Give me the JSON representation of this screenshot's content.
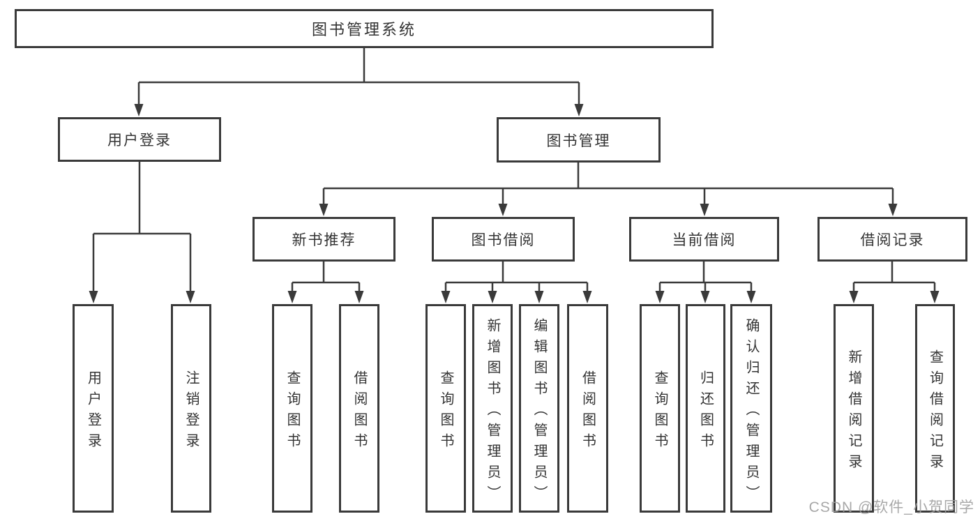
{
  "tree": {
    "label": "图书管理系统",
    "children": [
      {
        "label": "用户登录",
        "children": [
          {
            "label": "用户登录"
          },
          {
            "label": "注销登录"
          }
        ]
      },
      {
        "label": "图书管理",
        "children": [
          {
            "label": "新书推荐",
            "children": [
              {
                "label": "查询图书"
              },
              {
                "label": "借阅图书"
              }
            ]
          },
          {
            "label": "图书借阅",
            "children": [
              {
                "label": "查询图书"
              },
              {
                "label": "新增图书（管理员）"
              },
              {
                "label": "编辑图书（管理员）"
              },
              {
                "label": "借阅图书"
              }
            ]
          },
          {
            "label": "当前借阅",
            "children": [
              {
                "label": "查询图书"
              },
              {
                "label": "归还图书"
              },
              {
                "label": "确认归还（管理员）"
              }
            ]
          },
          {
            "label": "借阅记录",
            "children": [
              {
                "label": "新增借阅记录"
              },
              {
                "label": "查询借阅记录"
              }
            ]
          }
        ]
      }
    ]
  },
  "watermark": {
    "text": "CSDN @软件_小贺同学"
  },
  "colors": {
    "line": "#3a3a3a",
    "text": "#333333",
    "watermark": "#9e9e9e",
    "background": "#ffffff"
  }
}
